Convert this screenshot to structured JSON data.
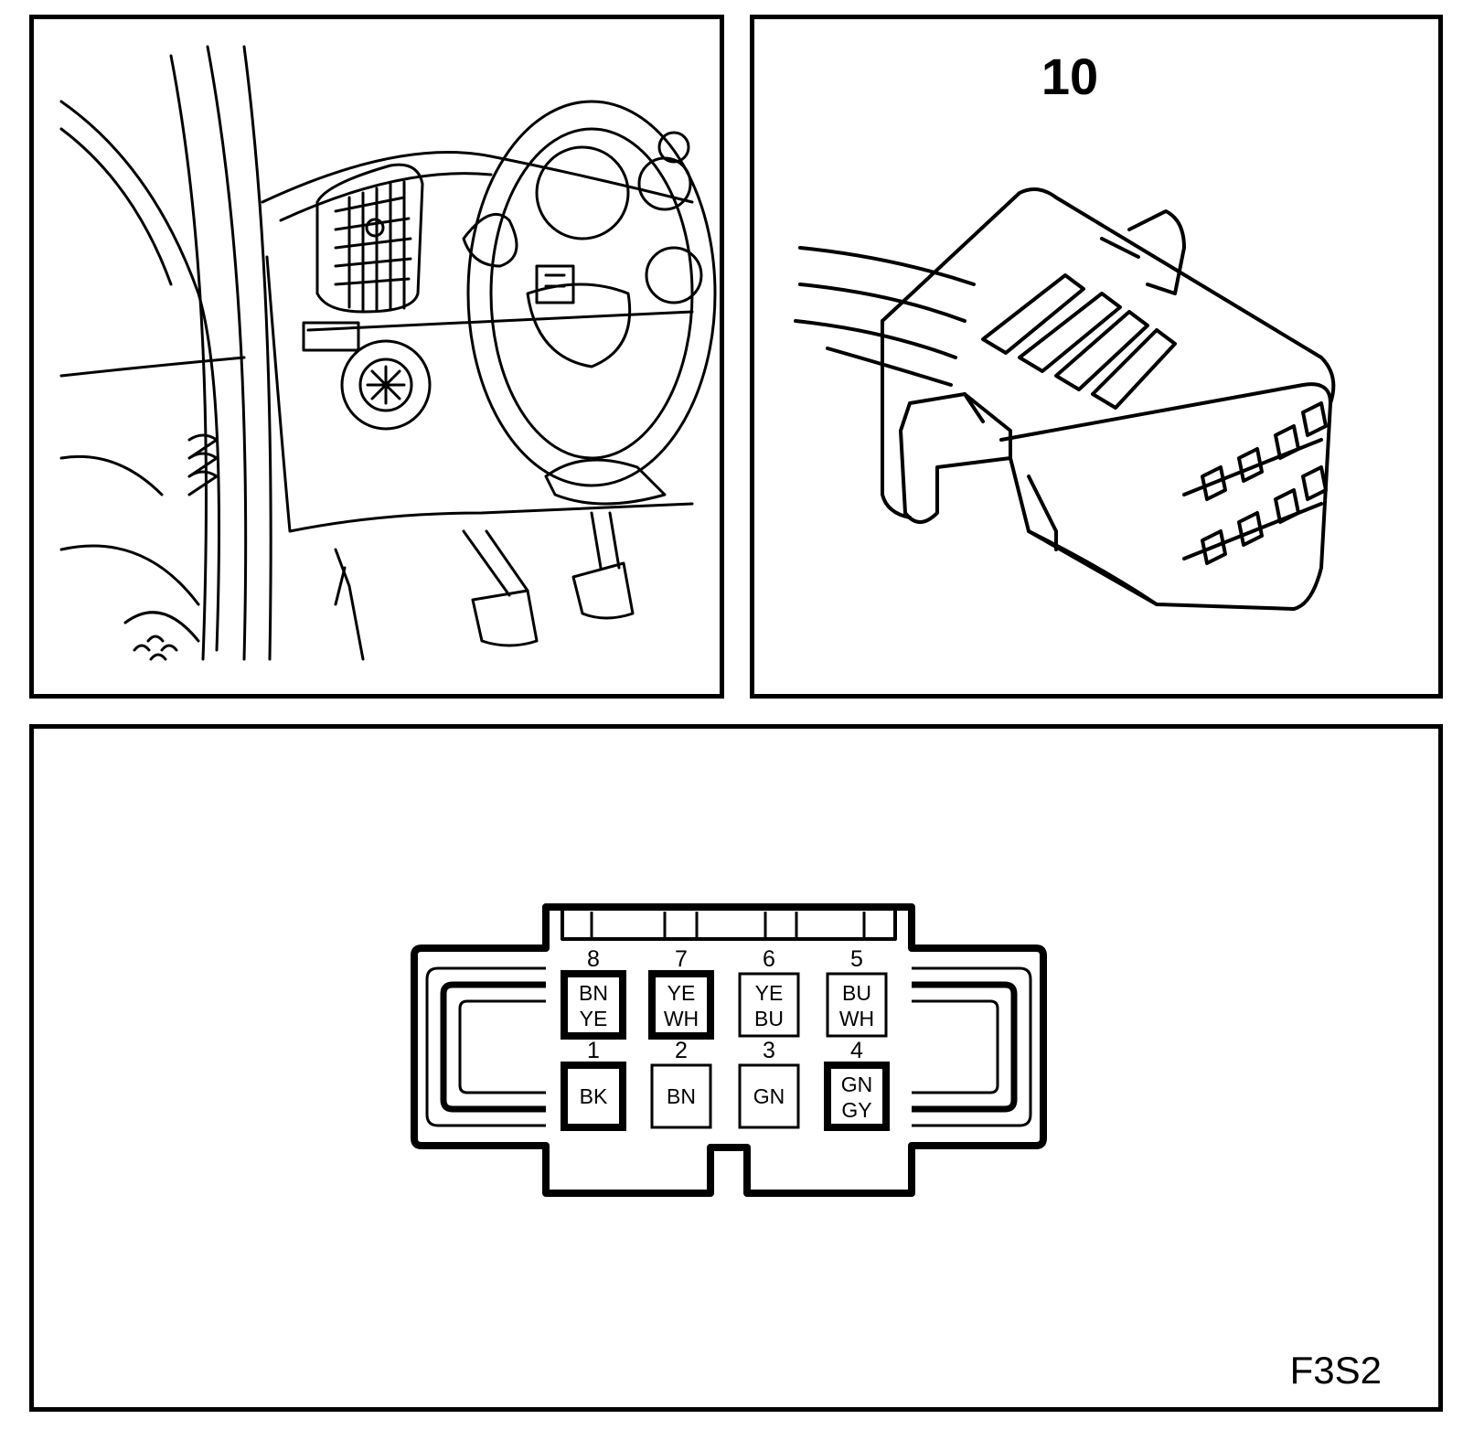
{
  "connector": {
    "number": "10",
    "code": "F3S2",
    "pins": [
      {
        "num": "8",
        "wire": [
          "BN",
          "YE"
        ]
      },
      {
        "num": "7",
        "wire": [
          "YE",
          "WH"
        ]
      },
      {
        "num": "6",
        "wire": [
          "YE",
          "BU"
        ]
      },
      {
        "num": "5",
        "wire": [
          "BU",
          "WH"
        ]
      },
      {
        "num": "1",
        "wire": [
          "BK"
        ]
      },
      {
        "num": "2",
        "wire": [
          "BN"
        ]
      },
      {
        "num": "3",
        "wire": [
          "GN"
        ]
      },
      {
        "num": "4",
        "wire": [
          "GN",
          "GY"
        ]
      }
    ]
  }
}
